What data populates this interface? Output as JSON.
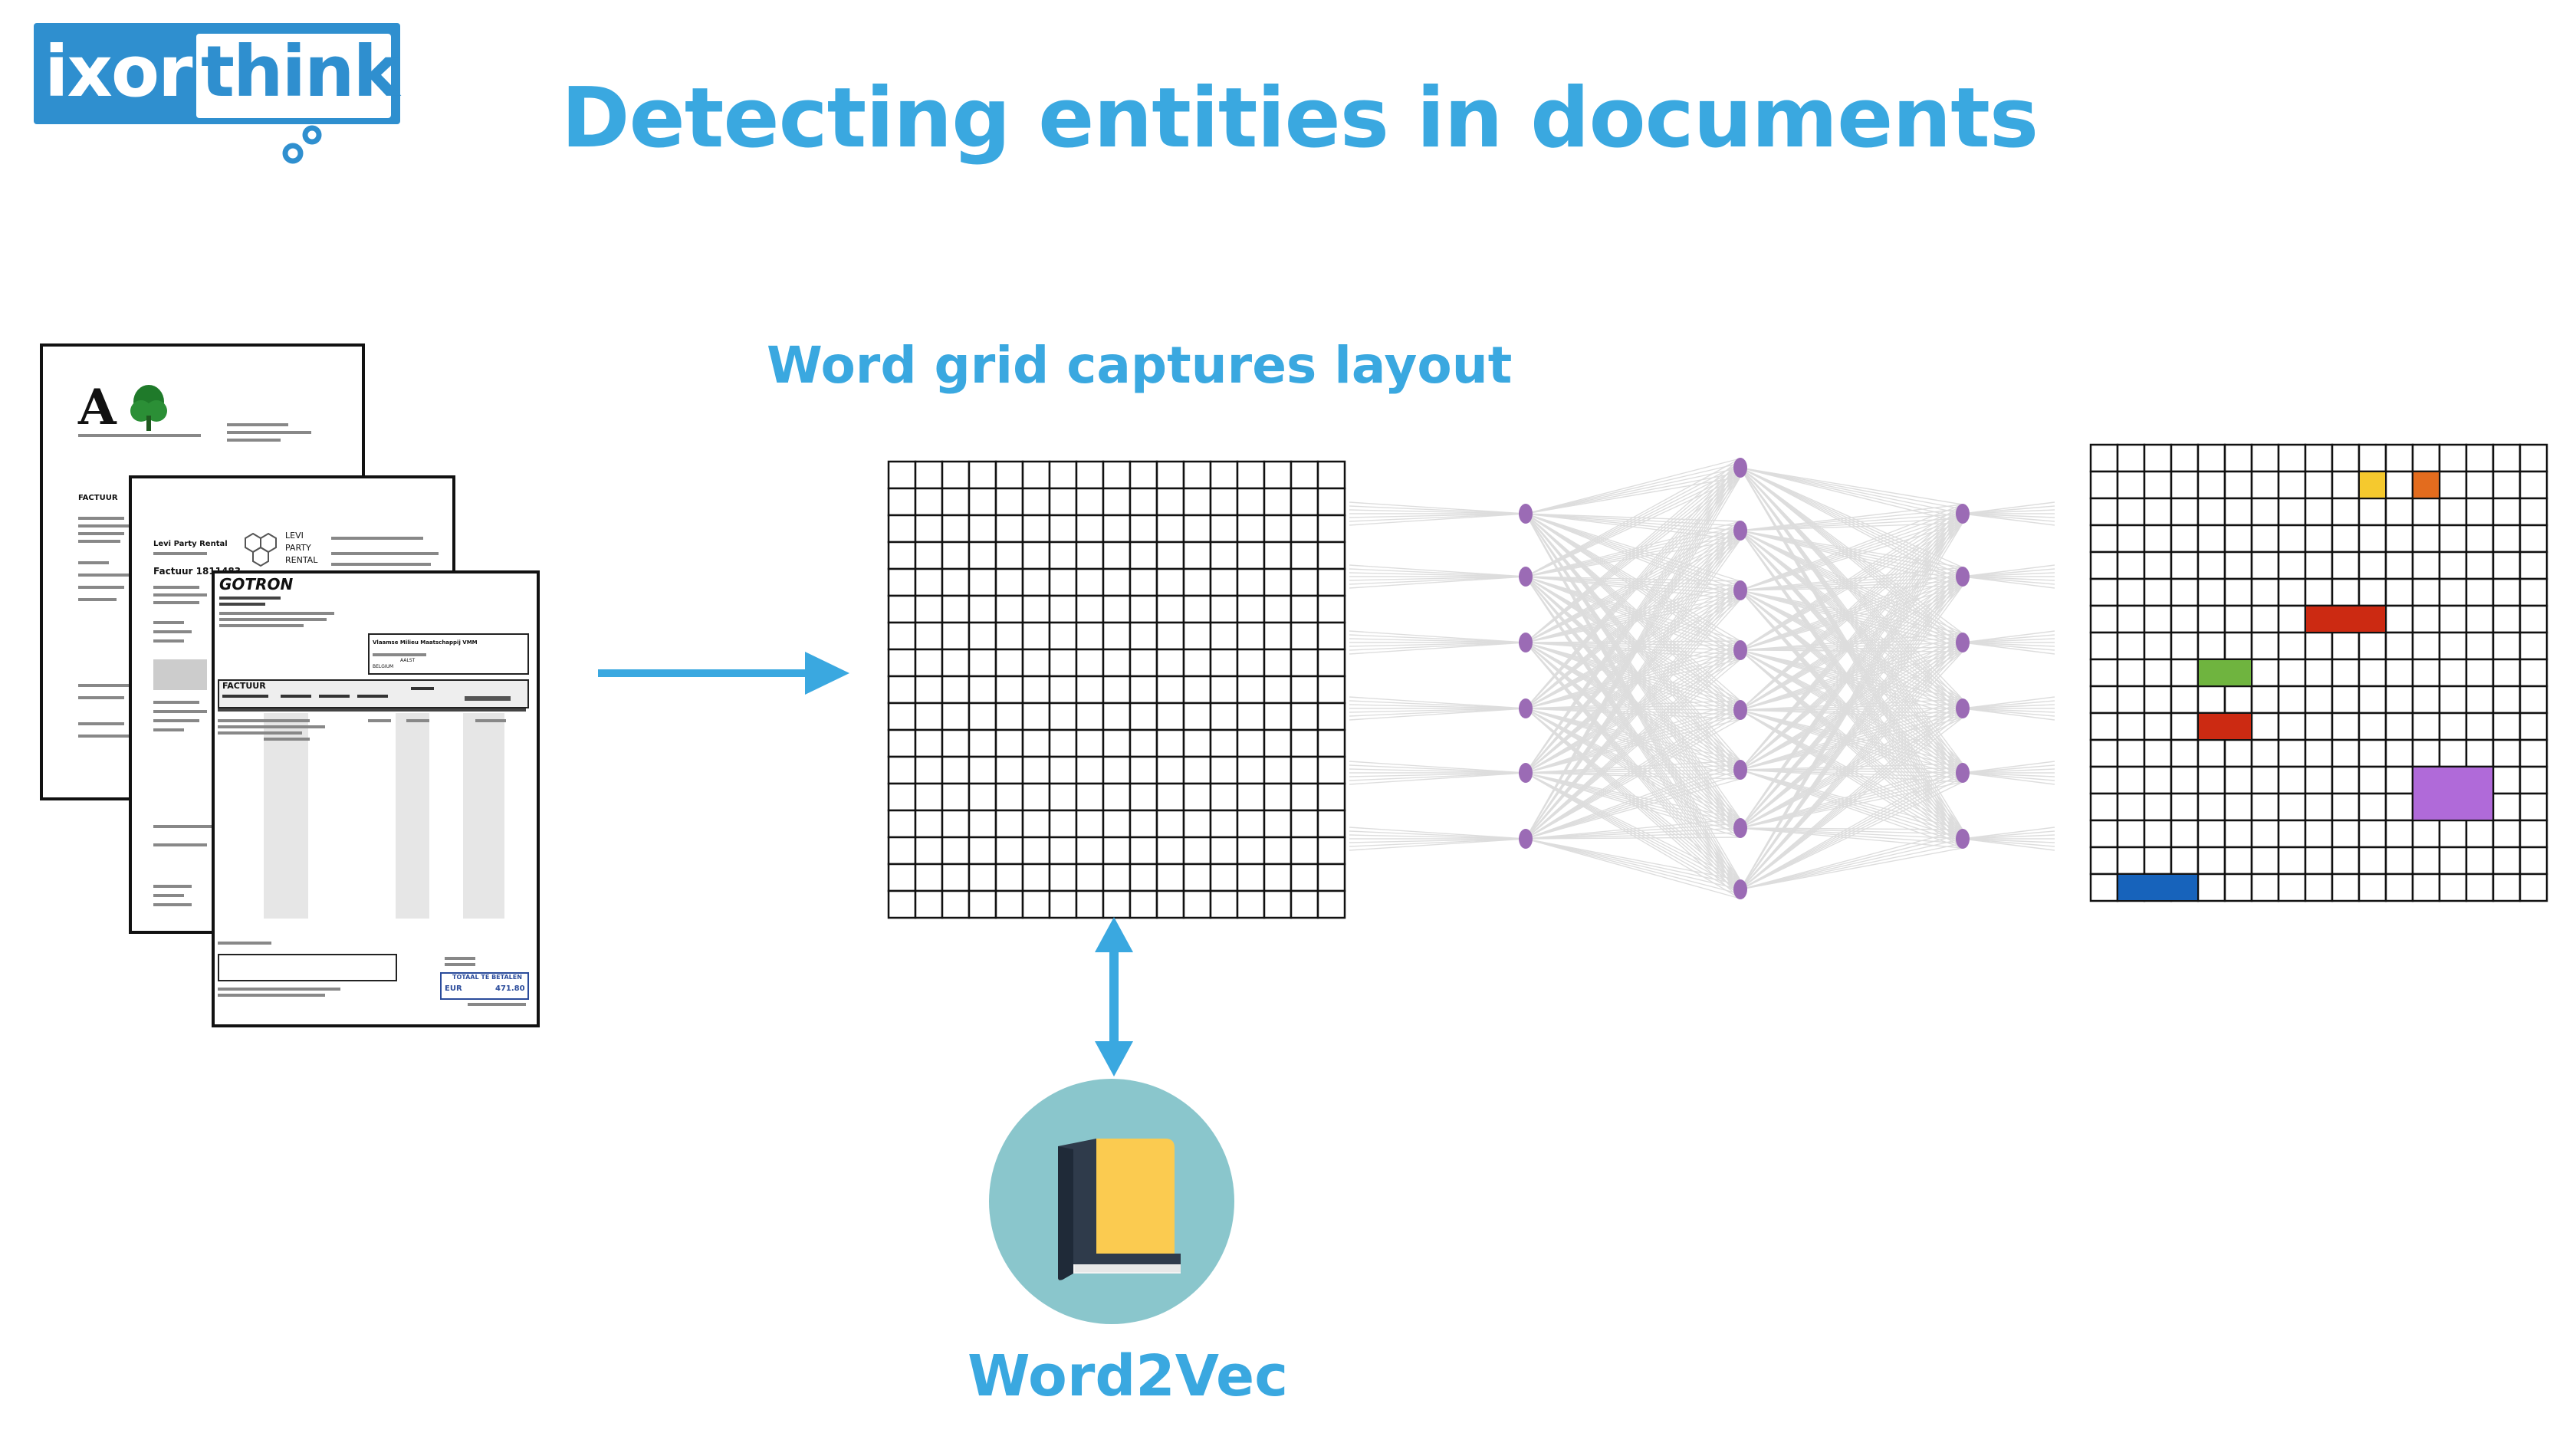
{
  "logo": {
    "left_word": "ixor",
    "right_word": "think"
  },
  "title": "Detecting entities in documents",
  "grid_caption": "Word grid captures layout",
  "word2vec_label": "Word2Vec",
  "documents": {
    "doc1_header": "FACTUUR",
    "doc2_header": "Factuur 1811483",
    "doc2_company": "Levi Party Rental",
    "doc2_logo_text": [
      "LEVI",
      "PARTY",
      "RENTAL"
    ],
    "doc3_company": "GOTRON",
    "doc3_header": "FACTUUR",
    "doc3_total_label": "TOTAAL TE BETALEN",
    "doc3_currency": "EUR",
    "doc3_total": "471.80",
    "doc3_recipient": "Vlaamse Milieu Maatschappij VMM",
    "doc3_city": "AALST",
    "doc3_country": "BELGIUM"
  },
  "colors": {
    "accent": "#3aa8e0",
    "logo": "#2f8fcf",
    "node": "#9b6bb5",
    "circle": "#8ac6cc",
    "book_cover": "#fbcb50",
    "book_spine": "#2f3b4b",
    "entity_yellow": "#f5c92e",
    "entity_orange": "#e36c1e",
    "entity_red": "#cc2a12",
    "entity_green": "#6fb43f",
    "entity_purple": "#b06ad9",
    "entity_blue": "#1763bb"
  },
  "input_grid": {
    "cols": 17,
    "rows": 17
  },
  "output_grid": {
    "cols": 17,
    "rows": 17
  },
  "entities": [
    {
      "name": "yellow",
      "col": 10,
      "row": 1,
      "w": 1,
      "h": 1,
      "color": "#f5c92e"
    },
    {
      "name": "orange",
      "col": 12,
      "row": 1,
      "w": 1,
      "h": 1,
      "color": "#e36c1e"
    },
    {
      "name": "red-wide",
      "col": 8,
      "row": 6,
      "w": 3,
      "h": 1,
      "color": "#cc2a12"
    },
    {
      "name": "green",
      "col": 4,
      "row": 8,
      "w": 2,
      "h": 1,
      "color": "#6fb43f"
    },
    {
      "name": "red-small",
      "col": 4,
      "row": 10,
      "w": 2,
      "h": 1,
      "color": "#cc2a12"
    },
    {
      "name": "purple",
      "col": 12,
      "row": 12,
      "w": 3,
      "h": 2,
      "color": "#b06ad9"
    },
    {
      "name": "blue",
      "col": 1,
      "row": 16,
      "w": 3,
      "h": 1,
      "color": "#1763bb"
    }
  ],
  "network": {
    "layers": [
      6,
      8,
      6
    ]
  }
}
